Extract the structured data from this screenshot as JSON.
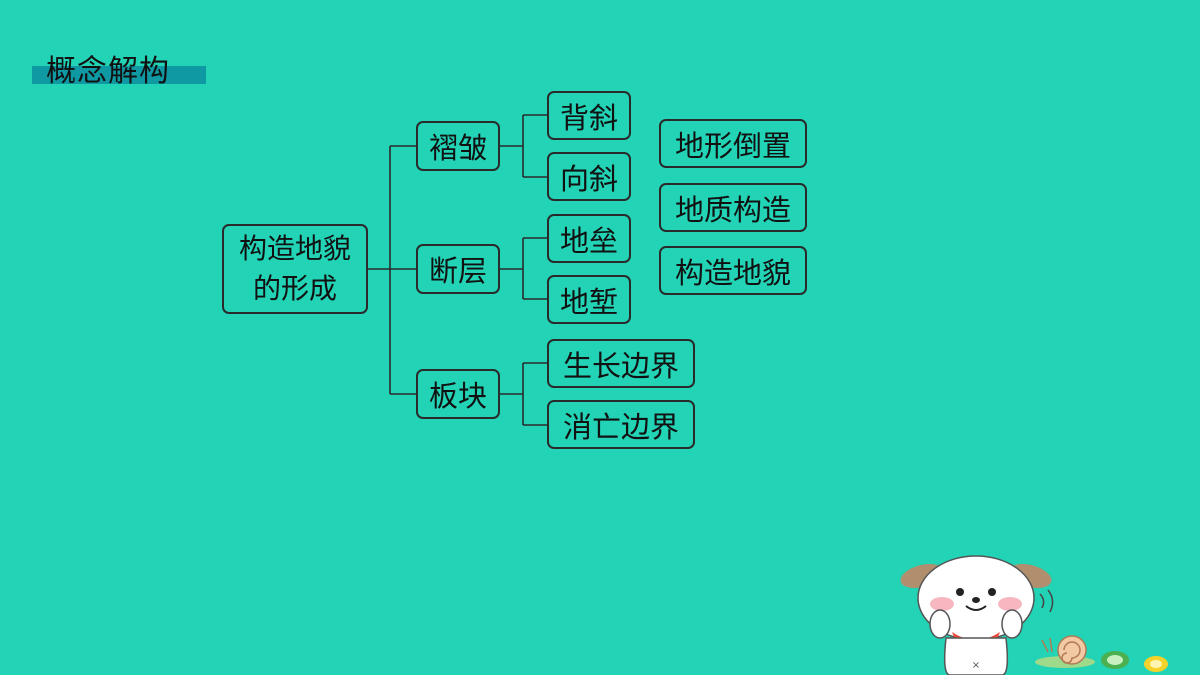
{
  "title": "概念解构",
  "diagram": {
    "root": {
      "line1": "构造地貌",
      "line2": "的形成"
    },
    "branches": [
      {
        "label": "褶皱",
        "children": [
          "背斜",
          "向斜"
        ]
      },
      {
        "label": "断层",
        "children": [
          "地垒",
          "地堑"
        ]
      },
      {
        "label": "板块",
        "children": [
          "生长边界",
          "消亡边界"
        ]
      }
    ],
    "right_column": [
      "地形倒置",
      "地质构造",
      "构造地貌"
    ]
  },
  "colors": {
    "background": "#22d3b6",
    "title_bar": "#0f9aa3",
    "border": "#2a2a2a"
  },
  "decoration": {
    "mascot": "dog-cartoon-icon",
    "snail": "snail-icon"
  }
}
